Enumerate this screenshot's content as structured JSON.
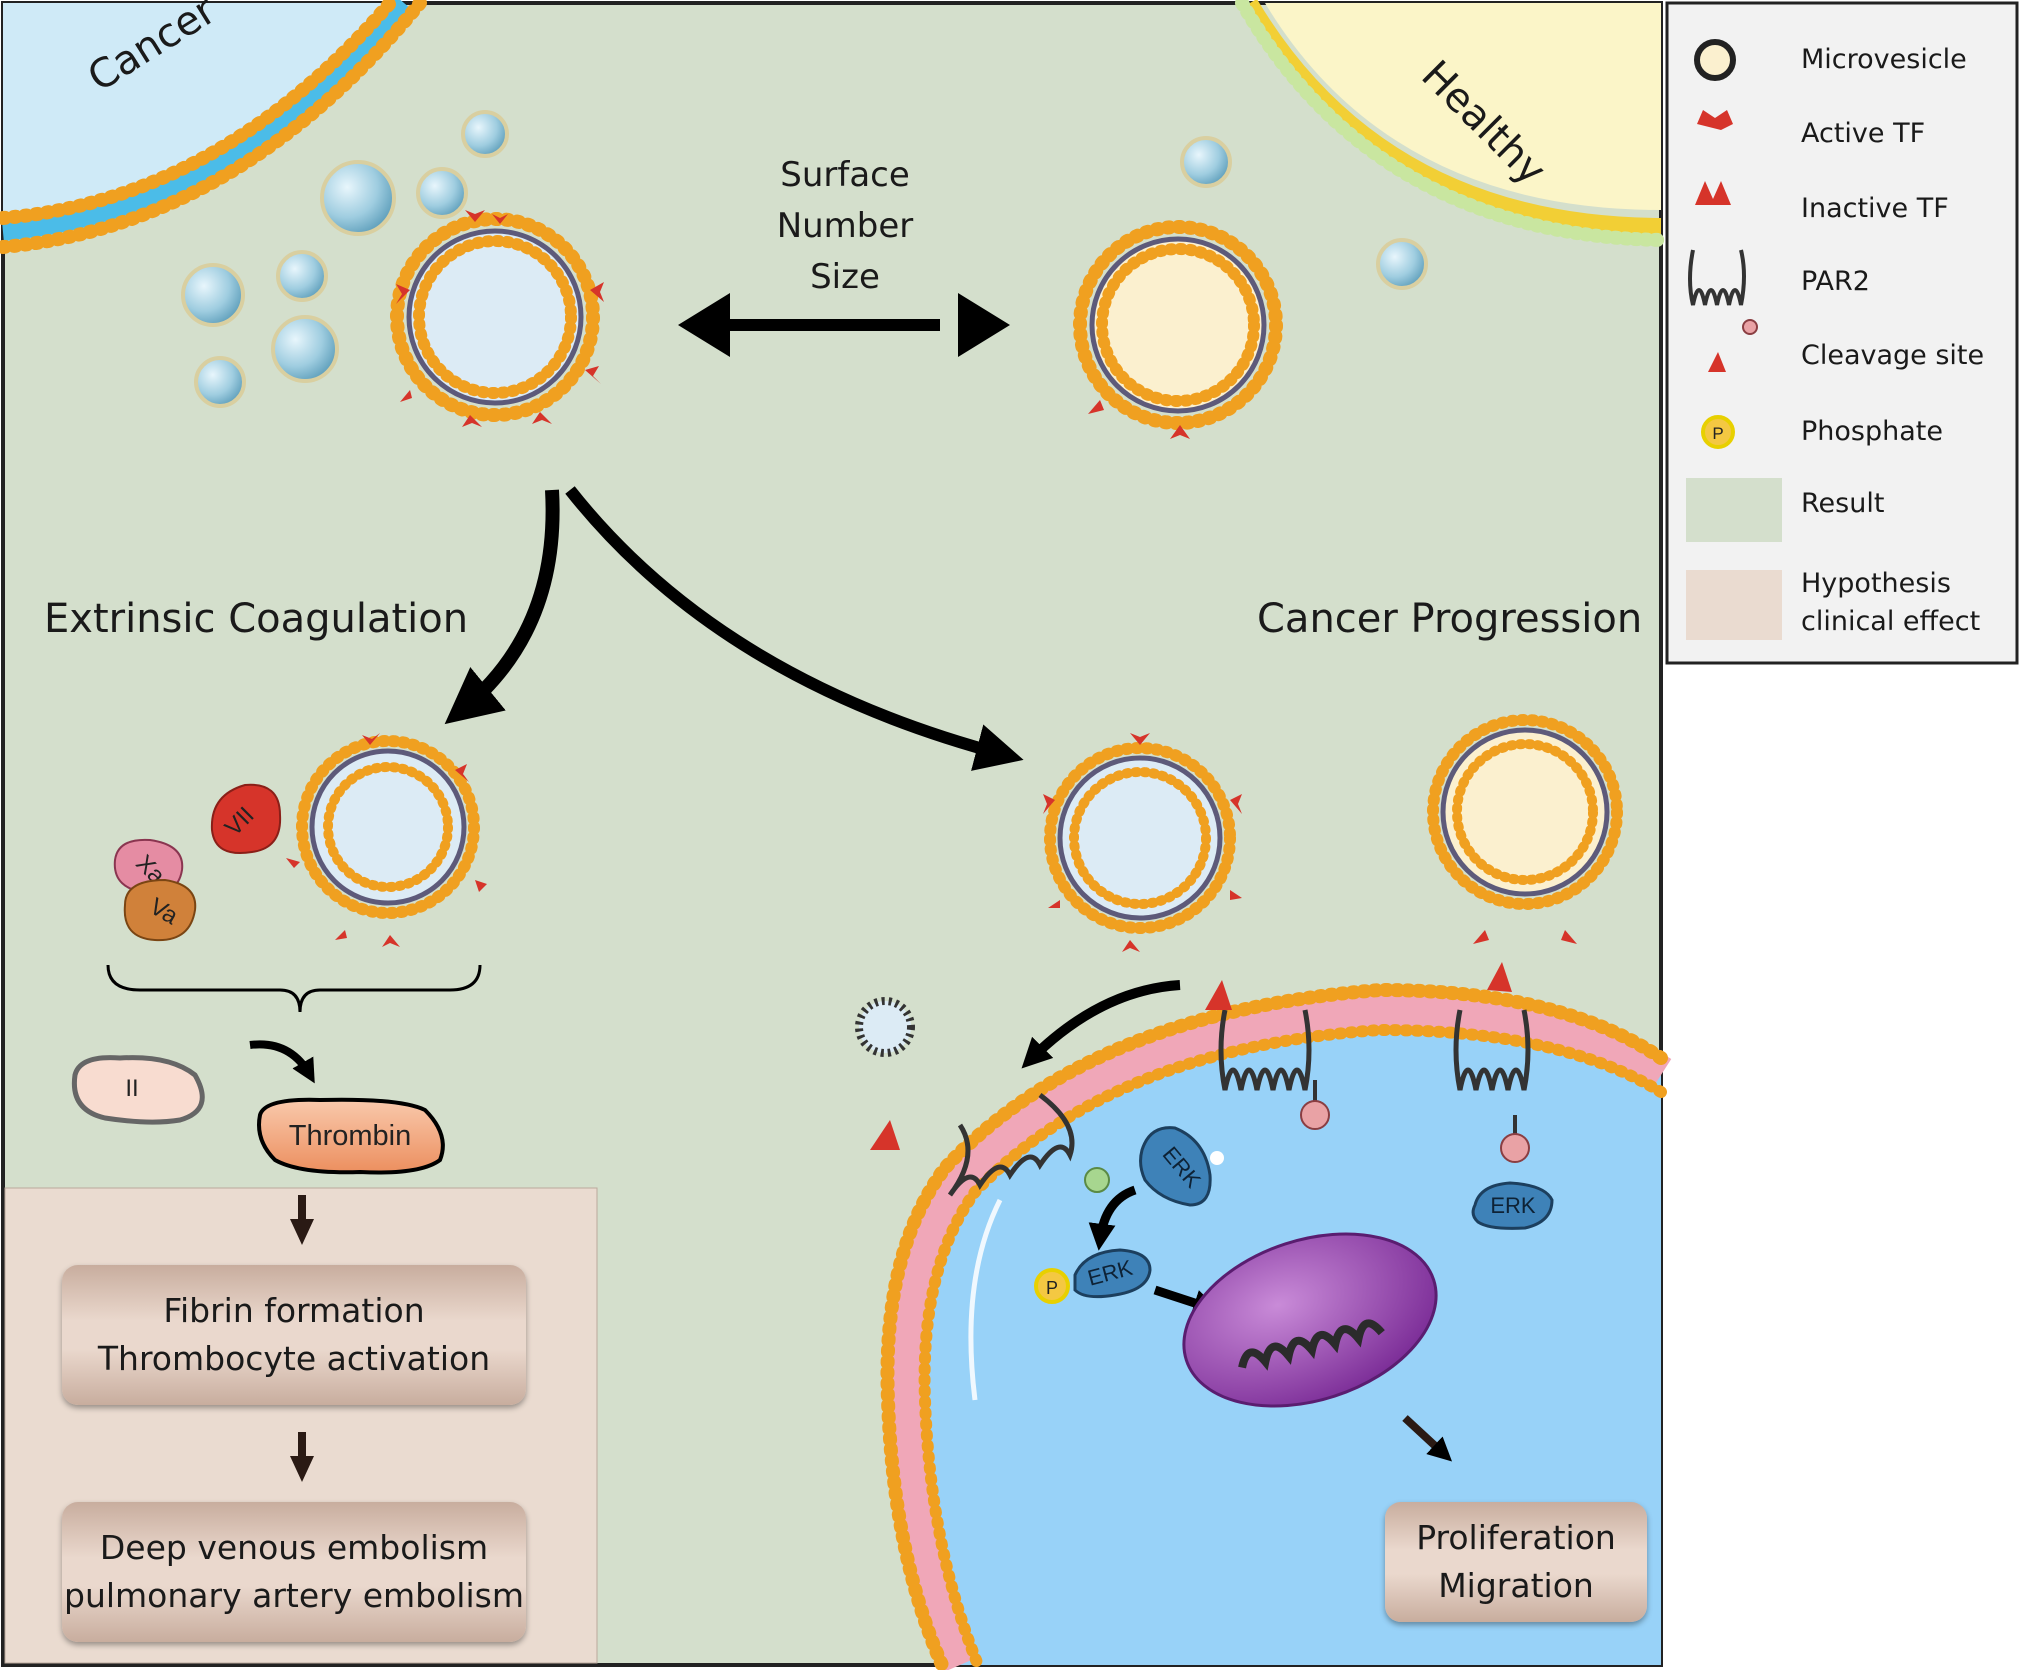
{
  "cells": {
    "cancer": "Cancer",
    "healthy": "Healthy"
  },
  "comparison": {
    "line1": "Surface",
    "line2": "Number",
    "line3": "Size"
  },
  "pathways": {
    "left": "Extrinsic Coagulation",
    "right": "Cancer Progression"
  },
  "factors": {
    "vii": "VII",
    "xa": "Xa",
    "va": "Va",
    "ii": "II",
    "thrombin": "Thrombin",
    "erk": "ERK",
    "phosphate": "P"
  },
  "results": {
    "fibrin": {
      "line1": "Fibrin formation",
      "line2": "Thrombocyte activation"
    },
    "embolism": {
      "line1": "Deep venous embolism",
      "line2": "pulmonary artery embolism"
    },
    "proliferation": {
      "line1": "Proliferation",
      "line2": "Migration"
    }
  },
  "legend": {
    "items": [
      {
        "label": "Microvesicle",
        "icon": "microvesicle-icon"
      },
      {
        "label": "Active TF",
        "icon": "active-tf-icon"
      },
      {
        "label": "Inactive TF",
        "icon": "inactive-tf-icon"
      },
      {
        "label": "PAR2",
        "icon": "par2-icon"
      },
      {
        "label": "Cleavage site",
        "icon": "cleavage-site-icon"
      },
      {
        "label": "Phosphate",
        "icon": "phosphate-icon"
      },
      {
        "label": "Result",
        "icon": "result-swatch"
      },
      {
        "label": "Hypothesis clinical effect",
        "line1": "Hypothesis",
        "line2": "clinical effect",
        "icon": "hypothesis-swatch"
      }
    ]
  },
  "colors": {
    "result": "#d4dfcc",
    "hypothesis": "#eadbd0",
    "tf": "#d6342a",
    "cell_interior": "#98d2f8"
  }
}
